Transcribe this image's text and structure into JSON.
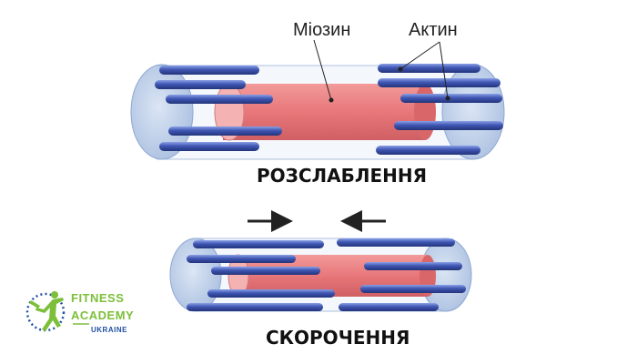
{
  "labels": {
    "myosin": "Міозин",
    "actin": "Актин",
    "relaxed": "РОЗСЛАБЛЕННЯ",
    "contracted": "СКОРОЧЕННЯ"
  },
  "logo": {
    "line1": "FITNESS",
    "line2": "ACADEMY",
    "line3": "UKRAINE"
  },
  "colors": {
    "myosin": "#e8777a",
    "actin": "#3f56b3",
    "disc": "#b9cbe6",
    "logo_green": "#7dbf3a",
    "logo_blue": "#1f4fa3",
    "arrow": "#222222"
  }
}
